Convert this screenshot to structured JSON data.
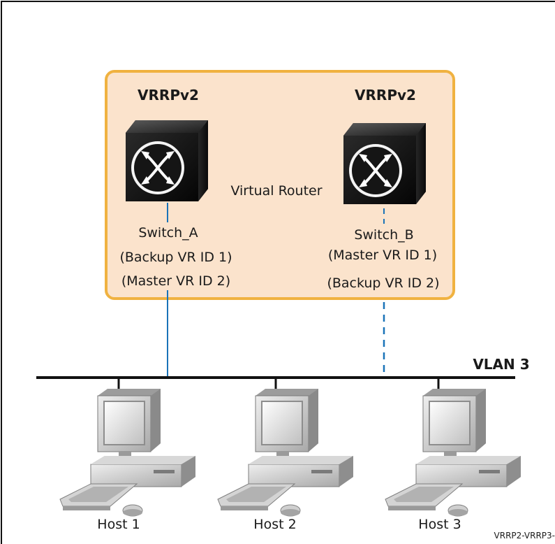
{
  "virtual_router": {
    "label": "Virtual Router",
    "box_fill": "#fbe3cc",
    "box_stroke": "#f0b240"
  },
  "switch_a": {
    "protocol": "VRRPv2",
    "name": "Switch_A",
    "role_1": "(Backup VR ID 1)",
    "role_2": "(Master VR ID 2)",
    "icon": "switch-icon"
  },
  "switch_b": {
    "protocol": "VRRPv2",
    "name": "Switch_B",
    "role_1": "(Master VR ID 1)",
    "role_2": "(Backup VR ID 2)",
    "icon": "switch-icon"
  },
  "vlan": {
    "label": "VLAN 3"
  },
  "hosts": [
    {
      "label": "Host 1",
      "icon": "computer-icon"
    },
    {
      "label": "Host 2",
      "icon": "computer-icon"
    },
    {
      "label": "Host 3",
      "icon": "computer-icon"
    }
  ],
  "figure_id": "VRRP2-VRRP3-",
  "colors": {
    "link_active": "#1a73b8",
    "link_backup": "#1a73b8",
    "bus": "#111111"
  }
}
